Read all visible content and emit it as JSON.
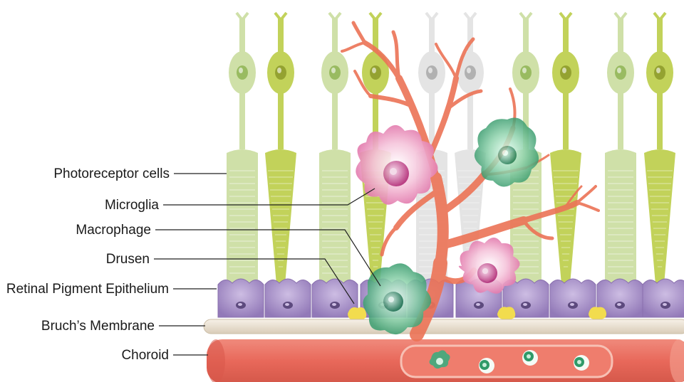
{
  "labels": [
    {
      "id": "photoreceptor",
      "text": "Photoreceptor cells"
    },
    {
      "id": "microglia",
      "text": "Microglia"
    },
    {
      "id": "macrophage",
      "text": "Macrophage"
    },
    {
      "id": "drusen",
      "text": "Drusen"
    },
    {
      "id": "rpe",
      "text": "Retinal Pigment Epithelium"
    },
    {
      "id": "bruch",
      "text": "Bruch’s Membrane"
    },
    {
      "id": "choroid",
      "text": "Choroid"
    }
  ],
  "colors": {
    "photoreceptor_green": "#cfe0a8",
    "photoreceptor_lime": "#c2d25a",
    "photoreceptor_pale": "#e4e4e4",
    "rpe_purple": "#a991c6",
    "drusen_yellow": "#f0d94a",
    "bruch_beige": "#efe6d8",
    "choroid_red": "#e8695a",
    "vessel_orange": "#ec7a5a",
    "microglia_pink": "#e98fb8",
    "macrophage_green": "#5fb88a"
  }
}
